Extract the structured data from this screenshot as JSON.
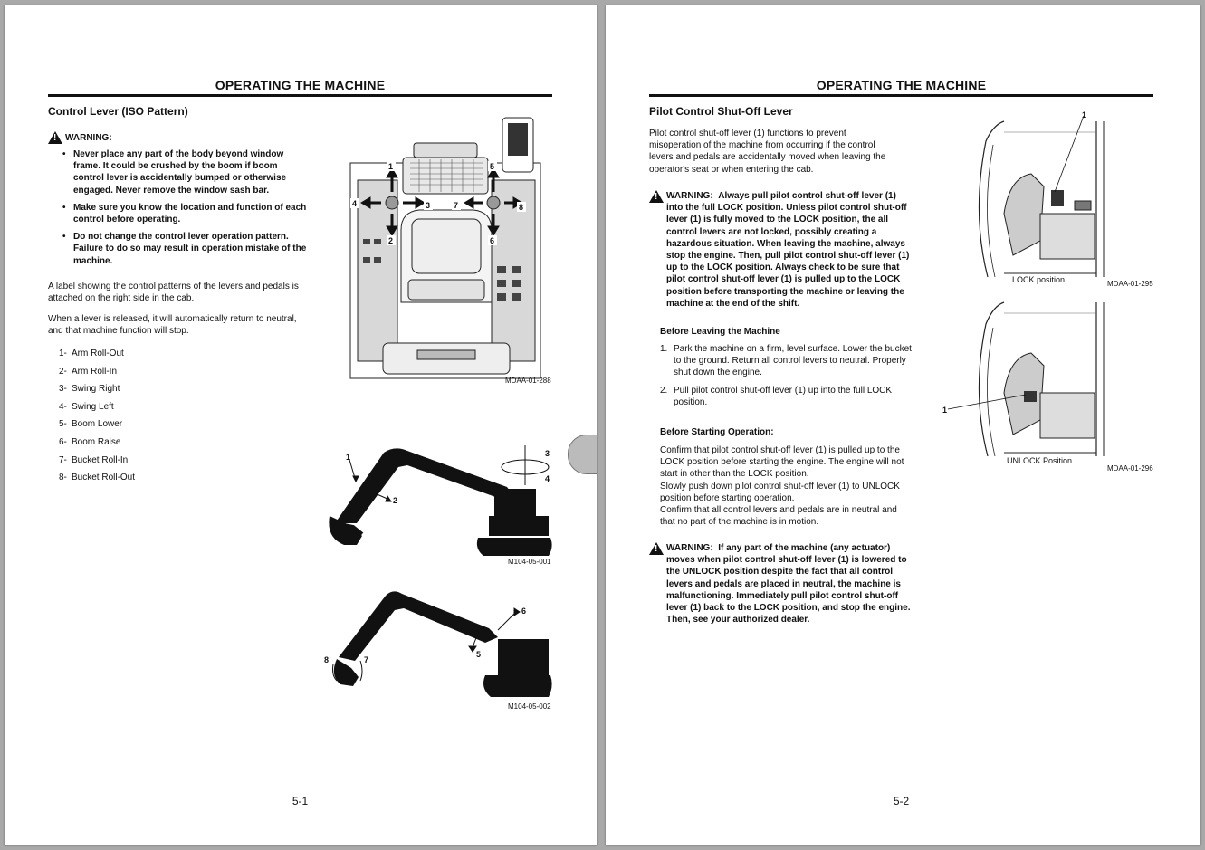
{
  "left": {
    "header": "OPERATING THE MACHINE",
    "section_title": "Control Lever (ISO Pattern)",
    "warning_label": "WARNING:",
    "warnings": [
      "Never place any part of the body beyond window frame. It could be crushed by the boom if boom control lever is accidentally bumped or otherwise engaged. Never remove the window sash bar.",
      "Make sure you know the location and function of each control before operating.",
      "Do not change the control lever operation pattern. Failure to do so may result in operation mistake of the machine."
    ],
    "para1": "A label showing the control patterns of the levers and pedals is attached on the right side in the cab.",
    "para2": "When a lever is released, it will automatically return to neutral, and that machine function will stop.",
    "functions": [
      {
        "num": "1-",
        "label": "Arm Roll-Out"
      },
      {
        "num": "2-",
        "label": "Arm Roll-In"
      },
      {
        "num": "3-",
        "label": "Swing Right"
      },
      {
        "num": "4-",
        "label": "Swing Left"
      },
      {
        "num": "5-",
        "label": "Boom Lower"
      },
      {
        "num": "6-",
        "label": "Boom Raise"
      },
      {
        "num": "7-",
        "label": "Bucket Roll-In"
      },
      {
        "num": "8-",
        "label": "Bucket Roll-Out"
      }
    ],
    "fig1_caption": "MDAA-01-288",
    "fig2_caption": "M104-05-001",
    "fig3_caption": "M104-05-002",
    "fig1_labels": [
      "1",
      "2",
      "3",
      "4",
      "5",
      "6",
      "7",
      "8"
    ],
    "fig2_labels": [
      "1",
      "2",
      "3",
      "4"
    ],
    "fig3_labels": [
      "5",
      "6",
      "7",
      "8"
    ],
    "page_number": "5-1"
  },
  "right": {
    "header": "OPERATING THE MACHINE",
    "section_title": "Pilot Control Shut-Off Lever",
    "intro": "Pilot control shut-off lever (1) functions to prevent misoperation of the machine from occurring if the control levers and pedals are accidentally moved when leaving the operator's seat or when entering the cab.",
    "warning1_label": "WARNING:",
    "warning1_text": "Always pull pilot control shut-off lever (1) into the full LOCK position. Unless pilot control shut-off lever (1) is fully moved to the LOCK position, the all control levers are not locked, possibly creating a hazardous situation. When leaving the machine, always stop the engine. Then, pull pilot control shut-off lever (1) up to the LOCK position. Always check to be sure that pilot control shut-off lever (1) is pulled up to the LOCK position before transporting the machine or leaving the machine at the end of the shift.",
    "leaving_title": "Before Leaving the Machine",
    "leaving_steps": [
      {
        "num": "1.",
        "text": "Park the machine on a firm, level surface. Lower the bucket to the ground. Return all control levers to neutral. Properly shut down the engine."
      },
      {
        "num": "2.",
        "text": "Pull pilot control shut-off lever (1) up into the full LOCK position."
      }
    ],
    "starting_title": "Before Starting Operation:",
    "starting_text": "Confirm that pilot control shut-off lever (1) is pulled up to the LOCK position before starting the engine. The engine will not start in other than the LOCK position.\nSlowly push down pilot control shut-off lever (1) to UNLOCK position before starting operation.\nConfirm that all control levers and pedals are in neutral and that no part of the machine is in motion.",
    "warning2_label": "WARNING:",
    "warning2_text": "If any part of the machine (any actuator) moves when pilot control shut-off lever (1) is lowered to the UNLOCK position despite the fact that all control levers and pedals are placed in neutral, the machine is malfunctioning. Immediately pull pilot control shut-off lever (1) back to the LOCK position, and stop the engine. Then, see your authorized dealer.",
    "lock_label": "LOCK position",
    "lock_caption": "MDAA-01-295",
    "unlock_label": "UNLOCK Position",
    "unlock_caption": "MDAA-01-296",
    "callout": "1",
    "page_number": "5-2"
  }
}
